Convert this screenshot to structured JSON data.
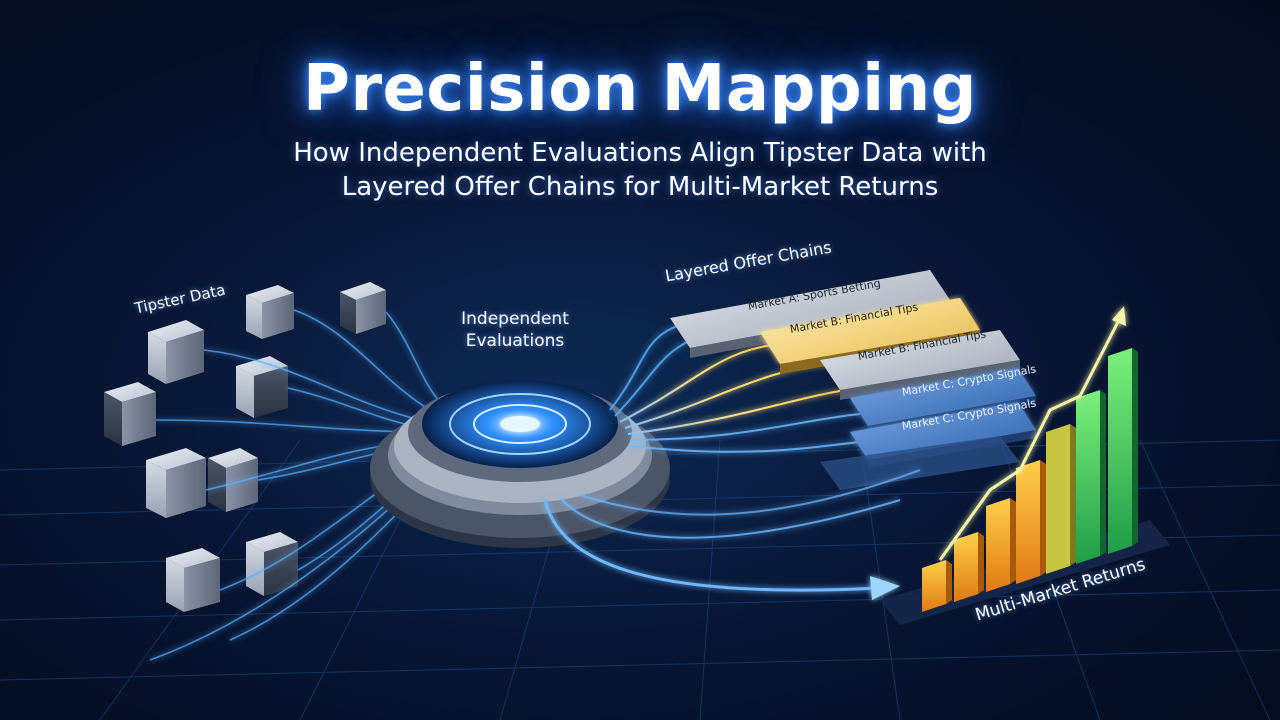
{
  "header": {
    "title": "Precision Mapping",
    "subtitle_line1": "How Independent Evaluations Align Tipster Data with",
    "subtitle_line2": "Layered Offer Chains for Multi-Market Returns"
  },
  "labels": {
    "tipster_data": "Tipster Data",
    "independent_evaluations_line1": "Independent",
    "independent_evaluations_line2": "Evaluations",
    "layered_offer_chains": "Layered Offer Chains",
    "multi_market_returns": "Multi-Market Returns"
  },
  "offer_layers": [
    "Market A: Sports Betting",
    "Market B: Financial Tips",
    "Market B: Financial Tips",
    "Market C: Crypto Signals",
    "Market C: Crypto Signals"
  ],
  "colors": {
    "background": "#071634",
    "glow_blue": "#3f8cff",
    "flow_blue": "#5ab0ff",
    "flow_gold": "#ffc94a",
    "bar_orange": "#f39a1e",
    "bar_green": "#3fcf62"
  },
  "icons": [
    "data-cube-icon",
    "evaluation-hub-icon",
    "growth-arrow-icon"
  ]
}
